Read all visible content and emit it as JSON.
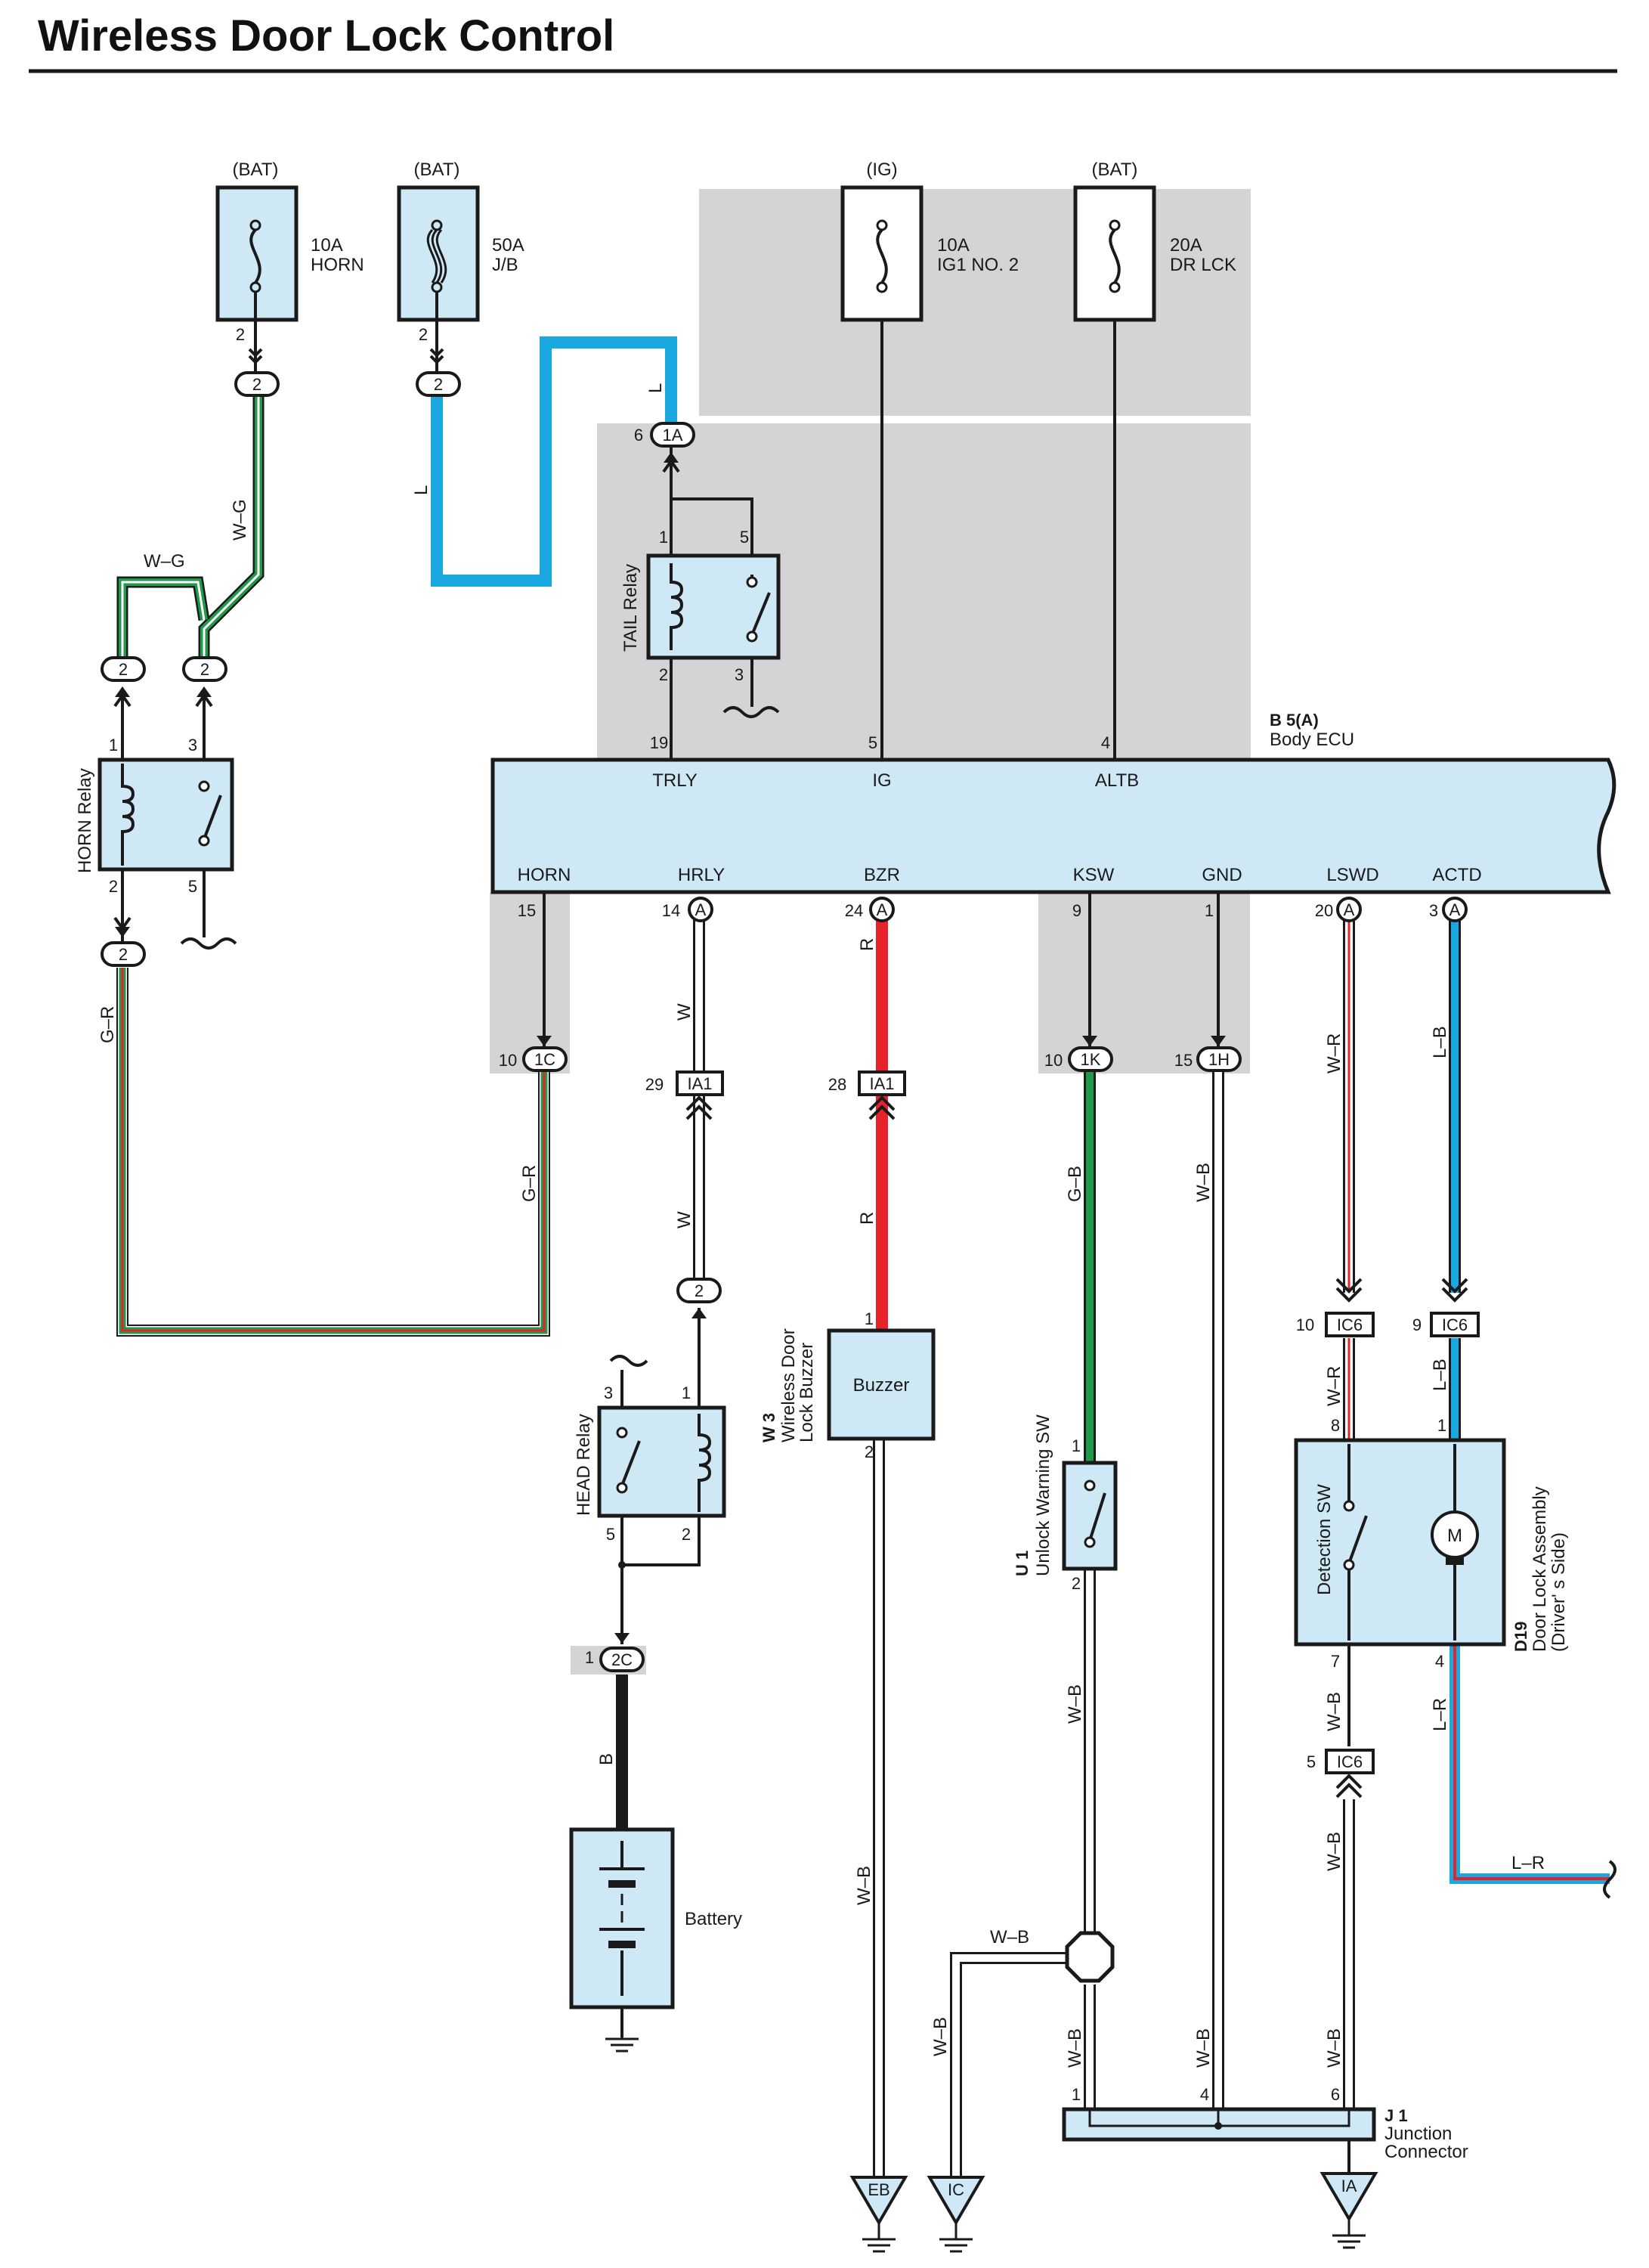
{
  "title": "Wireless Door Lock Control",
  "colors": {
    "component_fill": "#cfe8f6",
    "shaded_area": "#d4d4d6",
    "L": "#1aa8e0",
    "R": "#e8222a",
    "G": "#1e9a48",
    "B": "#1a1a1a",
    "W": "#ffffff"
  },
  "fuses": [
    {
      "source": "(BAT)",
      "amp": "10A",
      "name": "HORN"
    },
    {
      "source": "(BAT)",
      "amp": "50A",
      "name": "J/B"
    },
    {
      "source": "(IG)",
      "amp": "10A",
      "name": "IG1 NO. 2"
    },
    {
      "source": "(BAT)",
      "amp": "20A",
      "name": "DR LCK"
    }
  ],
  "ecu": {
    "code": "B 5(A)",
    "name": "Body ECU",
    "top_terminals": [
      {
        "pin": "19",
        "name": "TRLY"
      },
      {
        "pin": "5",
        "name": "IG"
      },
      {
        "pin": "4",
        "name": "ALTB"
      }
    ],
    "bottom_terminals": [
      {
        "pin": "15",
        "name": "HORN",
        "conn": ""
      },
      {
        "pin": "14",
        "name": "HRLY",
        "conn": "A"
      },
      {
        "pin": "24",
        "name": "BZR",
        "conn": "A"
      },
      {
        "pin": "9",
        "name": "KSW",
        "conn": ""
      },
      {
        "pin": "1",
        "name": "GND",
        "conn": ""
      },
      {
        "pin": "20",
        "name": "LSWD",
        "conn": "A"
      },
      {
        "pin": "3",
        "name": "ACTD",
        "conn": "A"
      }
    ]
  },
  "relays": {
    "tail": {
      "name": "TAIL Relay",
      "pins": [
        "1",
        "5",
        "2",
        "3"
      ]
    },
    "horn": {
      "name": "HORN Relay",
      "pins": [
        "1",
        "3",
        "2",
        "5"
      ]
    },
    "head": {
      "name": "HEAD Relay",
      "pins": [
        "3",
        "1",
        "5",
        "2"
      ]
    }
  },
  "connectors": {
    "c2": "2",
    "c1A": "1A",
    "c1C": "1C",
    "c1K": "1K",
    "c1H": "1H",
    "cIA1": "IA1",
    "cIC6": "IC6",
    "c2C": "2C",
    "cA": "A"
  },
  "pins": {
    "p1": "1",
    "p2": "2",
    "p3": "3",
    "p4": "4",
    "p5": "5",
    "p6": "6",
    "p7": "7",
    "p8": "8",
    "p9": "9",
    "p10": "10",
    "p28": "28",
    "p29": "29"
  },
  "wires": {
    "L": "L",
    "W_G": "W–G",
    "G_R": "G–R",
    "W": "W",
    "R": "R",
    "G_B": "G–B",
    "W_B": "W–B",
    "W_R": "W–R",
    "L_B": "L–B",
    "L_R": "L–R",
    "B": "B"
  },
  "components": {
    "buzzer": {
      "code": "W 3",
      "name_line1": "Wireless Door",
      "name_line2": "Lock Buzzer",
      "label": "Buzzer"
    },
    "unlock_sw": {
      "code": "U 1",
      "name": "Unlock Warning SW"
    },
    "door_lock": {
      "code": "D19",
      "name_line1": "Door Lock Assembly",
      "name_line2": "(Driver' s Side)",
      "detection_sw": "Detection SW",
      "motor": "M"
    },
    "battery": {
      "label": "Battery"
    },
    "junction": {
      "code": "J 1",
      "name_line1": "Junction",
      "name_line2": "Connector"
    }
  },
  "grounds": [
    "EB",
    "IC",
    "IA"
  ]
}
